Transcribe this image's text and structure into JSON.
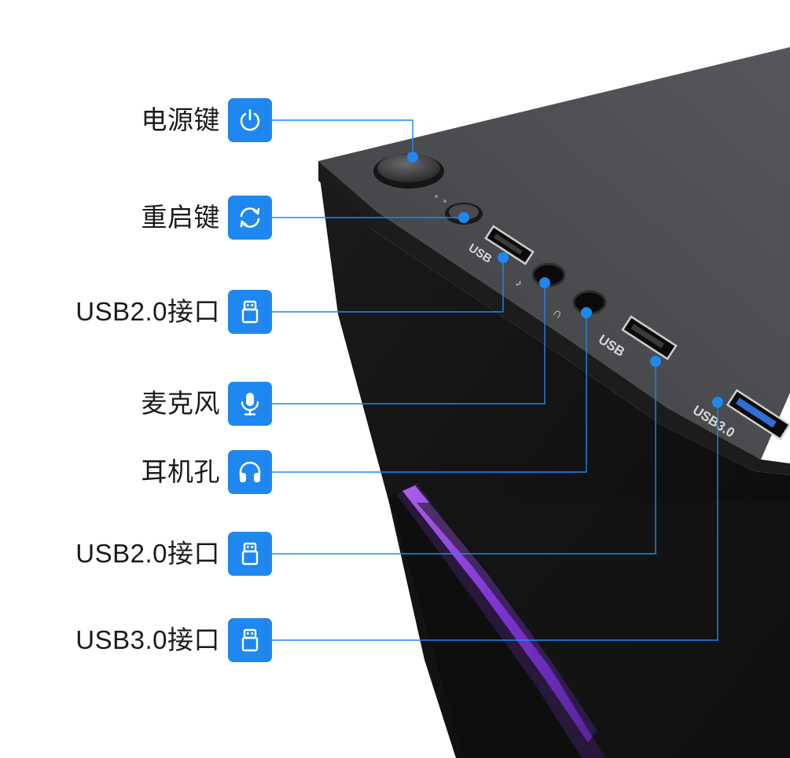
{
  "callouts": [
    {
      "label": "电源键",
      "icon": "power-icon"
    },
    {
      "label": "重启键",
      "icon": "refresh-icon"
    },
    {
      "label": "USB2.0接口",
      "icon": "usb-icon"
    },
    {
      "label": "麦克风",
      "icon": "microphone-icon"
    },
    {
      "label": "耳机孔",
      "icon": "headphone-icon"
    },
    {
      "label": "USB2.0接口",
      "icon": "usb-icon"
    },
    {
      "label": "USB3.0接口",
      "icon": "usb-icon"
    }
  ],
  "case_markings": {
    "usb_left": "USB",
    "usb_right": "USB",
    "usb3": "USB3.0"
  },
  "colors": {
    "accent": "#1f87f0",
    "case": "#141414",
    "rgb_glow": "#8a3fd9"
  }
}
